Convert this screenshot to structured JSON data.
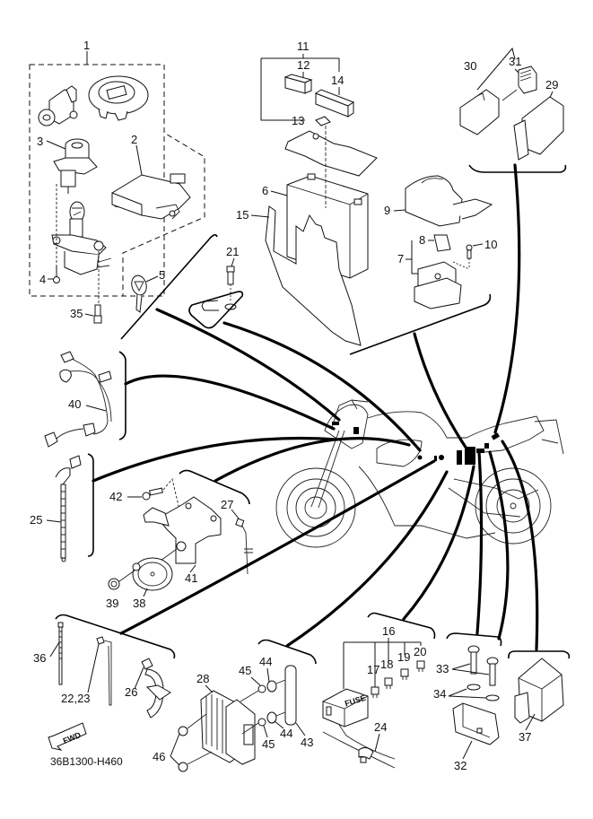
{
  "diagram": {
    "title": "Electrical parts exploded view",
    "drawing_code": "36B1300-H460",
    "direction_marker": {
      "text": "FWD",
      "icon": "forward-arrow-icon"
    },
    "callouts": {
      "c1": "1",
      "c2": "2",
      "c3": "3",
      "c4": "4",
      "c5": "5",
      "c6": "6",
      "c7": "7",
      "c8": "8",
      "c9": "9",
      "c10": "10",
      "c11": "11",
      "c12": "12",
      "c13": "13",
      "c14": "14",
      "c15": "15",
      "c16": "16",
      "c17": "17",
      "c18": "18",
      "c19": "19",
      "c20": "20",
      "c21": "21",
      "c22_23": "22,23",
      "c24": "24",
      "c25": "25",
      "c26": "26",
      "c27": "27",
      "c28": "28",
      "c29": "29",
      "c30": "30",
      "c31": "31",
      "c32": "32",
      "c33": "33",
      "c34": "34",
      "c35": "35",
      "c36": "36",
      "c37": "37",
      "c38": "38",
      "c39": "39",
      "c40": "40",
      "c41": "41",
      "c42": "42",
      "c43": "43",
      "c44a": "44",
      "c44b": "44",
      "c45a": "45",
      "c45b": "45",
      "c46": "46"
    },
    "fuse_box_text": "FUSE"
  }
}
